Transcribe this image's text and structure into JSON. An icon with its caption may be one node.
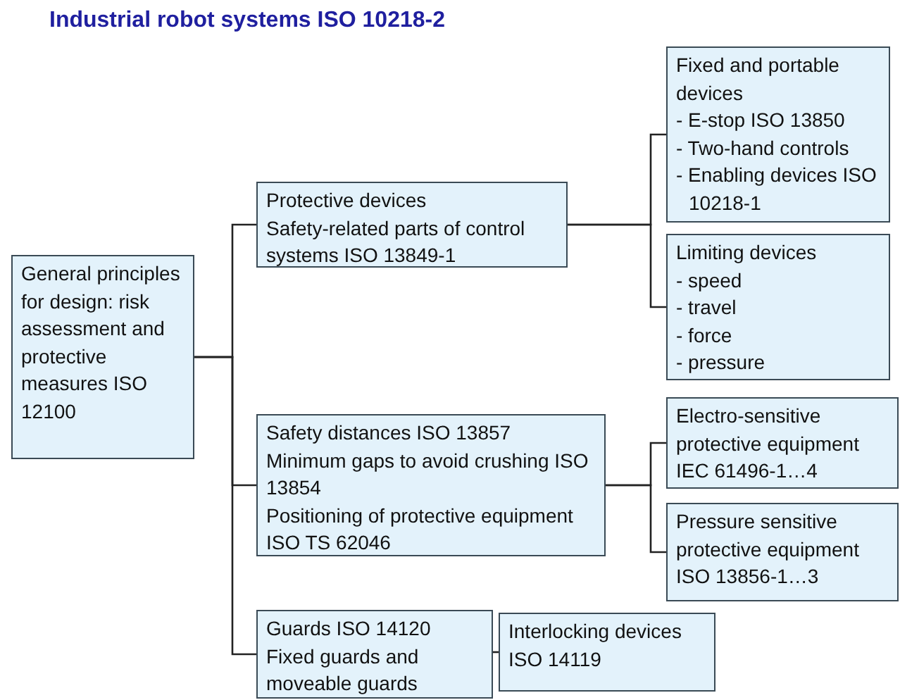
{
  "diagram": {
    "title": "Industrial robot systems ISO 10218-2",
    "nodes": [
      {
        "text": [
          "General principles for design: risk assessment and protective measures ISO 12100"
        ]
      },
      {
        "text": [
          "Protective devices",
          "Safety-related parts of control systems ISO 13849-1"
        ]
      },
      {
        "text": [
          "Safety distances ISO 13857",
          "Minimum gaps to avoid crushing ISO 13854",
          "Positioning of protective equipment ISO TS 62046"
        ]
      },
      {
        "text": [
          "Guards ISO 14120",
          "Fixed guards and moveable guards"
        ]
      },
      {
        "text": [
          "Fixed and portable devices",
          "- E-stop ISO 13850",
          "- Two-hand controls",
          "- Enabling devices ISO 10218-1"
        ]
      },
      {
        "text": [
          "Limiting devices",
          "- speed",
          "- travel",
          "- force",
          "- pressure"
        ]
      },
      {
        "text": [
          "Electro-sensitive protective equipment IEC 61496-1…4"
        ]
      },
      {
        "text": [
          "Pressure sensitive protective equipment ISO 13856-1…3"
        ]
      },
      {
        "text": [
          "Interlocking devices ISO 14119"
        ]
      }
    ],
    "edges": [
      {
        "from": 0,
        "to": 1,
        "arrow": "none"
      },
      {
        "from": 0,
        "to": 2,
        "arrow": "none"
      },
      {
        "from": 0,
        "to": 3,
        "arrow": "none"
      },
      {
        "from": 1,
        "to": 4,
        "arrow": "none"
      },
      {
        "from": 1,
        "to": 5,
        "arrow": "none"
      },
      {
        "from": 2,
        "to": 6,
        "arrow": "none"
      },
      {
        "from": 2,
        "to": 7,
        "arrow": "none"
      },
      {
        "from": 3,
        "to": 8,
        "arrow": "none"
      }
    ]
  }
}
